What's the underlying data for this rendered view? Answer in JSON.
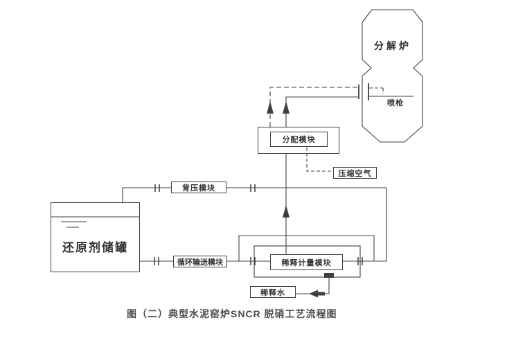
{
  "diagram": {
    "furnace": {
      "label": "分解炉"
    },
    "lance": {
      "label": "喷枪"
    },
    "distribution": {
      "label": "分配模块"
    },
    "compressed_air": {
      "label": "压缩空气"
    },
    "back_pressure": {
      "label": "背压模块"
    },
    "tank": {
      "label": "还原剂储罐"
    },
    "circulation": {
      "label": "循环输送模块"
    },
    "metering": {
      "label": "稀释计量模块"
    },
    "dilution_water": {
      "label": "稀释水"
    }
  },
  "caption": "图（二）典型水泥窑炉SNCR 脱硝工艺流程图",
  "colors": {
    "line": "#3f3f3f",
    "text": "#333333",
    "caption_text": "#4d4d4d",
    "background": "#ffffff"
  }
}
